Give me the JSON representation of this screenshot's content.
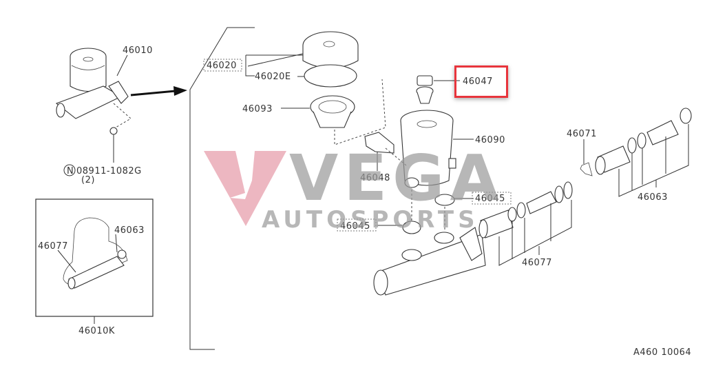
{
  "diagram": {
    "type": "exploded parts diagram - brake master cylinder",
    "highlighted_part": "46047",
    "highlight_color": "#e8343c",
    "callouts": {
      "assembly": "46010",
      "nut_code": "08911-1082G",
      "nut_prefix": "N",
      "nut_qty": "(2)",
      "reservoir_cap": "46020",
      "cap_seal": "46020E",
      "strainer": "46093",
      "highlighted": "46047",
      "reservoir_tank": "46090",
      "clip": "46048",
      "grommet_upper": "46045",
      "grommet_lower": "46045",
      "stopper": "46071",
      "primary_piston_kit": "46063",
      "secondary_piston_kit": "46077",
      "inset_46063": "46063",
      "inset_46077": "46077",
      "repair_kit": "46010K"
    },
    "figure_code": "A460 10064"
  },
  "watermark": {
    "brand": "VEGA",
    "sub": "AUTOSPORTS",
    "logo_color": "#e8a3b0",
    "text_color": "#9a9a9a"
  }
}
